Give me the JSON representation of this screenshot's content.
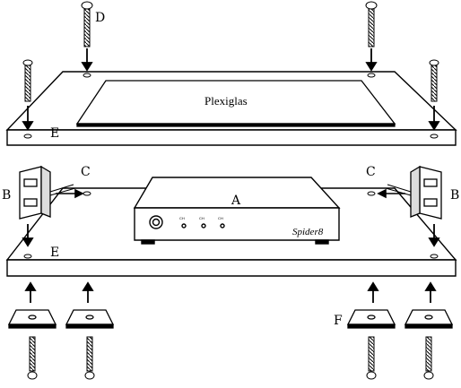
{
  "diagram": {
    "labels": {
      "plexiglas": "Plexiglas",
      "A": "A",
      "B_left": "B",
      "B_right": "B",
      "C_left": "C",
      "C_right": "C",
      "D": "D",
      "E_top": "E",
      "E_bottom": "E",
      "F": "F"
    },
    "device_brand": "Spider8",
    "channel_marks": [
      "CH",
      "CH",
      "CH"
    ],
    "colors": {
      "line": "#000000",
      "fill": "#ffffff",
      "hatch": "#555555"
    }
  }
}
